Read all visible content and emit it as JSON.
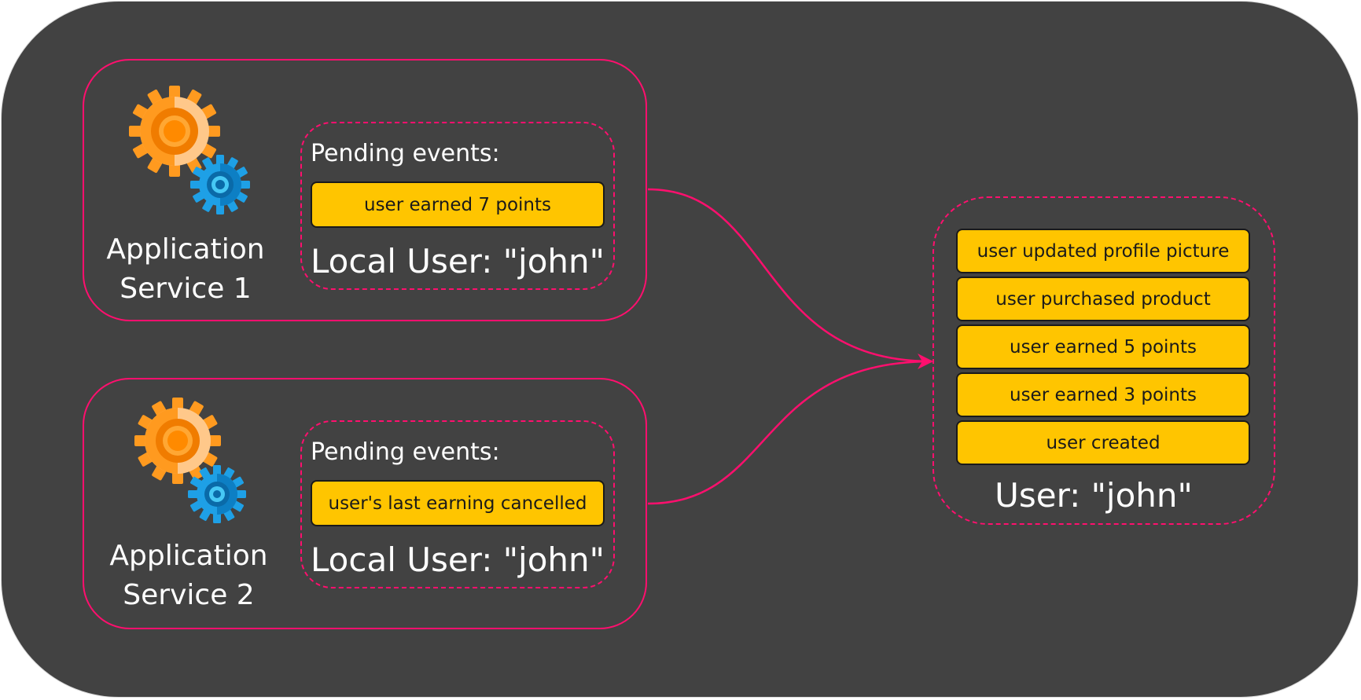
{
  "services": [
    {
      "name_line1": "Application",
      "name_line2": "Service 1",
      "pending_title": "Pending events:",
      "pending_events": [
        "user earned 7 points"
      ],
      "local_user_title": "Local User: \"john\""
    },
    {
      "name_line1": "Application",
      "name_line2": "Service 2",
      "pending_title": "Pending events:",
      "pending_events": [
        "user's last earning cancelled"
      ],
      "local_user_title": "Local User: \"john\""
    }
  ],
  "aggregate": {
    "title": "User: \"john\"",
    "events": [
      "user updated profile picture",
      "user purchased product",
      "user earned 5 points",
      "user earned 3 points",
      "user created"
    ]
  },
  "colors": {
    "background": "#424242",
    "accent": "#ff0f6e",
    "event_fill": "#ffc500",
    "gear_orange": "#ff9a1f",
    "gear_blue": "#1ea0e6"
  },
  "icons": [
    "gears-icon"
  ]
}
